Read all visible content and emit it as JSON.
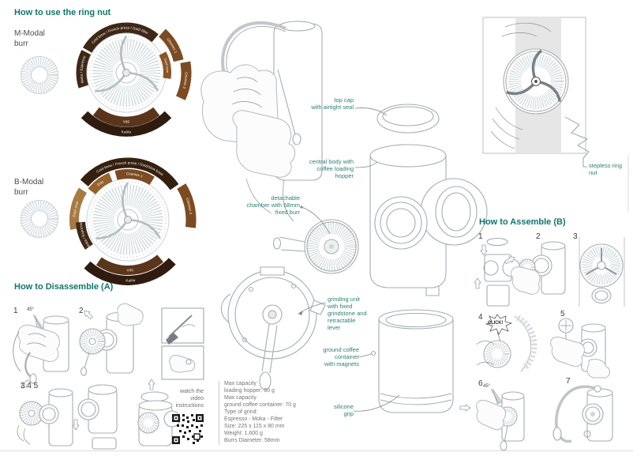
{
  "colors": {
    "teal": "#0f766b",
    "brown_dark": "#3f2716",
    "brown_mid": "#7d4b22",
    "brown_light": "#a87a42",
    "brown_darker": "#2f1c0e"
  },
  "headings": {
    "ring_nut": "How to use the ring nut",
    "disassemble": "How to Disassemble (A)",
    "assemble": "How to Assemble (B)"
  },
  "burrs": {
    "m_label": "M-Modal\nburr",
    "b_label": "B-Modal\nburr"
  },
  "dial_m": {
    "segments": [
      "Cold brew / French press / Gold filter",
      "Chemex 1",
      "Chemex 2",
      "Cold brew",
      "Moka / Espresso",
      "V60",
      "Kalita"
    ]
  },
  "dial_b": {
    "segments": [
      "Cold brew / French press / Gold/slow brew",
      "Chemex 1",
      "Chemex 2",
      "Drip",
      "Pour over",
      "Moka / Espresso",
      "V60",
      "Kalita"
    ]
  },
  "exploded": {
    "labels": [
      "top cap\nwith airtight seal",
      "central body with\ncoffee loading\nhopper",
      "detachable\nchamber with 58mm\nfixed burr",
      "grinding unit\nwith fixed\ngrindstone and\nretractable\nlever",
      "ground coffee\ncontainer\nwith magnets",
      "silicone\ngrip"
    ]
  },
  "ring_nut_label": "stepless ring\nnut",
  "disassemble": {
    "steps": [
      "1",
      "2"
    ],
    "angle": "45°",
    "row2": "3 4 5"
  },
  "assemble": {
    "steps": [
      "1",
      "2",
      "3",
      "4",
      "5",
      "6",
      "7"
    ],
    "click": "CLICK!",
    "angle": "45°"
  },
  "video": {
    "text": "watch the\nvideo\ninstructions"
  },
  "specs": {
    "text": "Max capacity\nloading hopper: 60 g\nMax capacity\nground coffee container: 70 g\nType of grind:\nEspresso - Moka - Filter\nSize: 225 x 115 x 80 mm\nWeight: 1,600 g\nBurrs Diameter: 58mm"
  }
}
